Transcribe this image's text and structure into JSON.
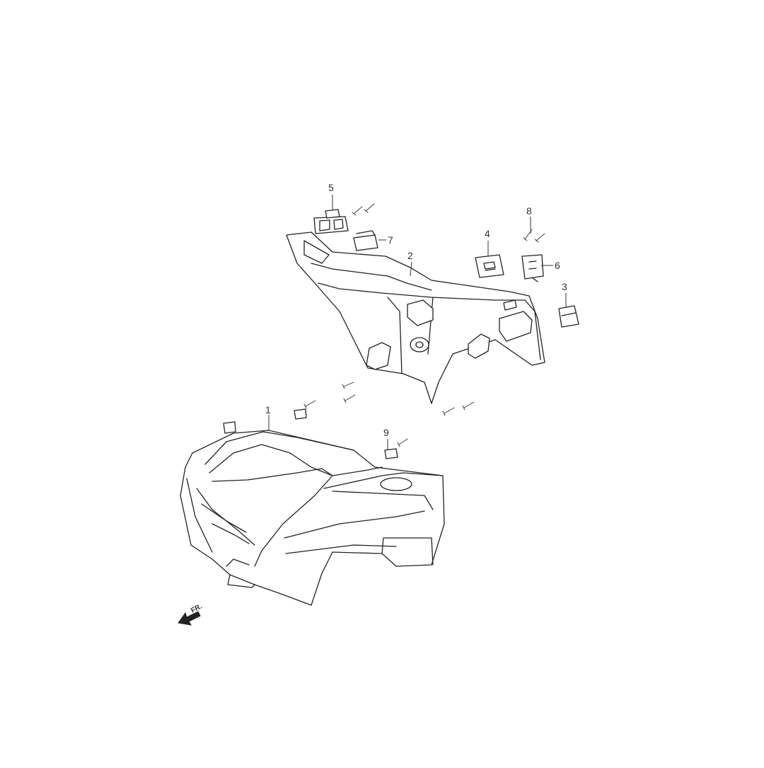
{
  "diagram": {
    "callouts": [
      {
        "id": "c1",
        "label": "1"
      },
      {
        "id": "c2",
        "label": "2"
      },
      {
        "id": "c3",
        "label": "3"
      },
      {
        "id": "c4",
        "label": "4"
      },
      {
        "id": "c5",
        "label": "5"
      },
      {
        "id": "c6",
        "label": "6"
      },
      {
        "id": "c7",
        "label": "7"
      },
      {
        "id": "c8",
        "label": "8"
      },
      {
        "id": "c9",
        "label": "9"
      }
    ],
    "front_indicator": "FR."
  },
  "colors": {
    "line": "#222222",
    "background": "#ffffff"
  }
}
